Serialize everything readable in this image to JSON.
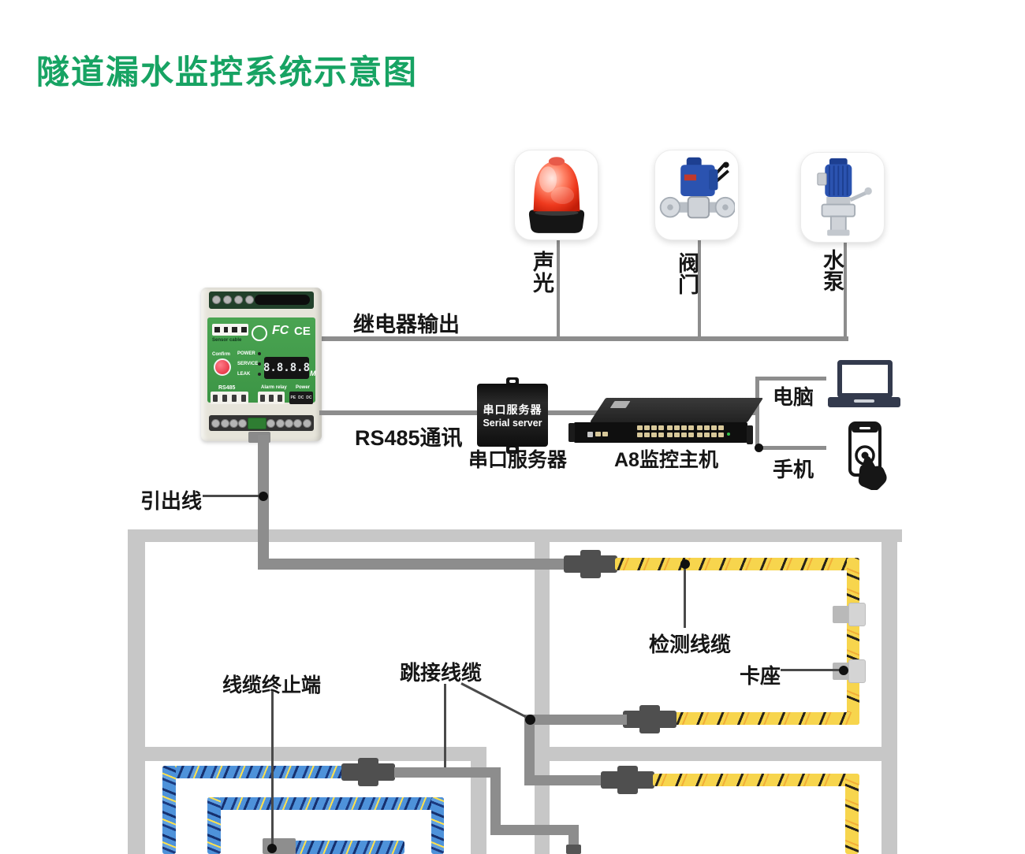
{
  "title": {
    "text": "隧道漏水监控系统示意图",
    "color": "#17a363"
  },
  "output_devices": {
    "alarm": {
      "label": "声光"
    },
    "valve": {
      "label": "阀门"
    },
    "pump": {
      "label": "水泵"
    }
  },
  "controller": {
    "sensor_cable": "Sensor cable",
    "confirm": "Confirm",
    "leds": [
      "POWER",
      "SERVICE",
      "LEAK"
    ],
    "display": "8.8.8.8",
    "unit": "M",
    "rs485": "RS485",
    "alarm_relay": "Alarm relay",
    "power": "Power",
    "marks": [
      "FC",
      "CE"
    ],
    "terminals": [
      "PE",
      "DC",
      "DC"
    ]
  },
  "serial_server": {
    "line1": "串口服务器",
    "line2": "Serial server",
    "caption": "串口服务器"
  },
  "host": {
    "caption": "A8监控主机"
  },
  "clients": {
    "computer": "电脑",
    "phone": "手机"
  },
  "connections": {
    "relay_output": "继电器输出",
    "rs485": "RS485通讯",
    "lead_out": "引出线"
  },
  "tunnel_labels": {
    "detect_cable": "检测线缆",
    "clamp": "卡座",
    "jumper_cable": "跳接线缆",
    "termination": "线缆终止端"
  },
  "colors": {
    "detect_cable_yellow": "#f7d54d",
    "detect_cable_blue": "#4e92da",
    "wire_gray": "#8d8d8d",
    "wall_gray": "#c7c7c7",
    "connector_gray": "#4f4f4f"
  }
}
